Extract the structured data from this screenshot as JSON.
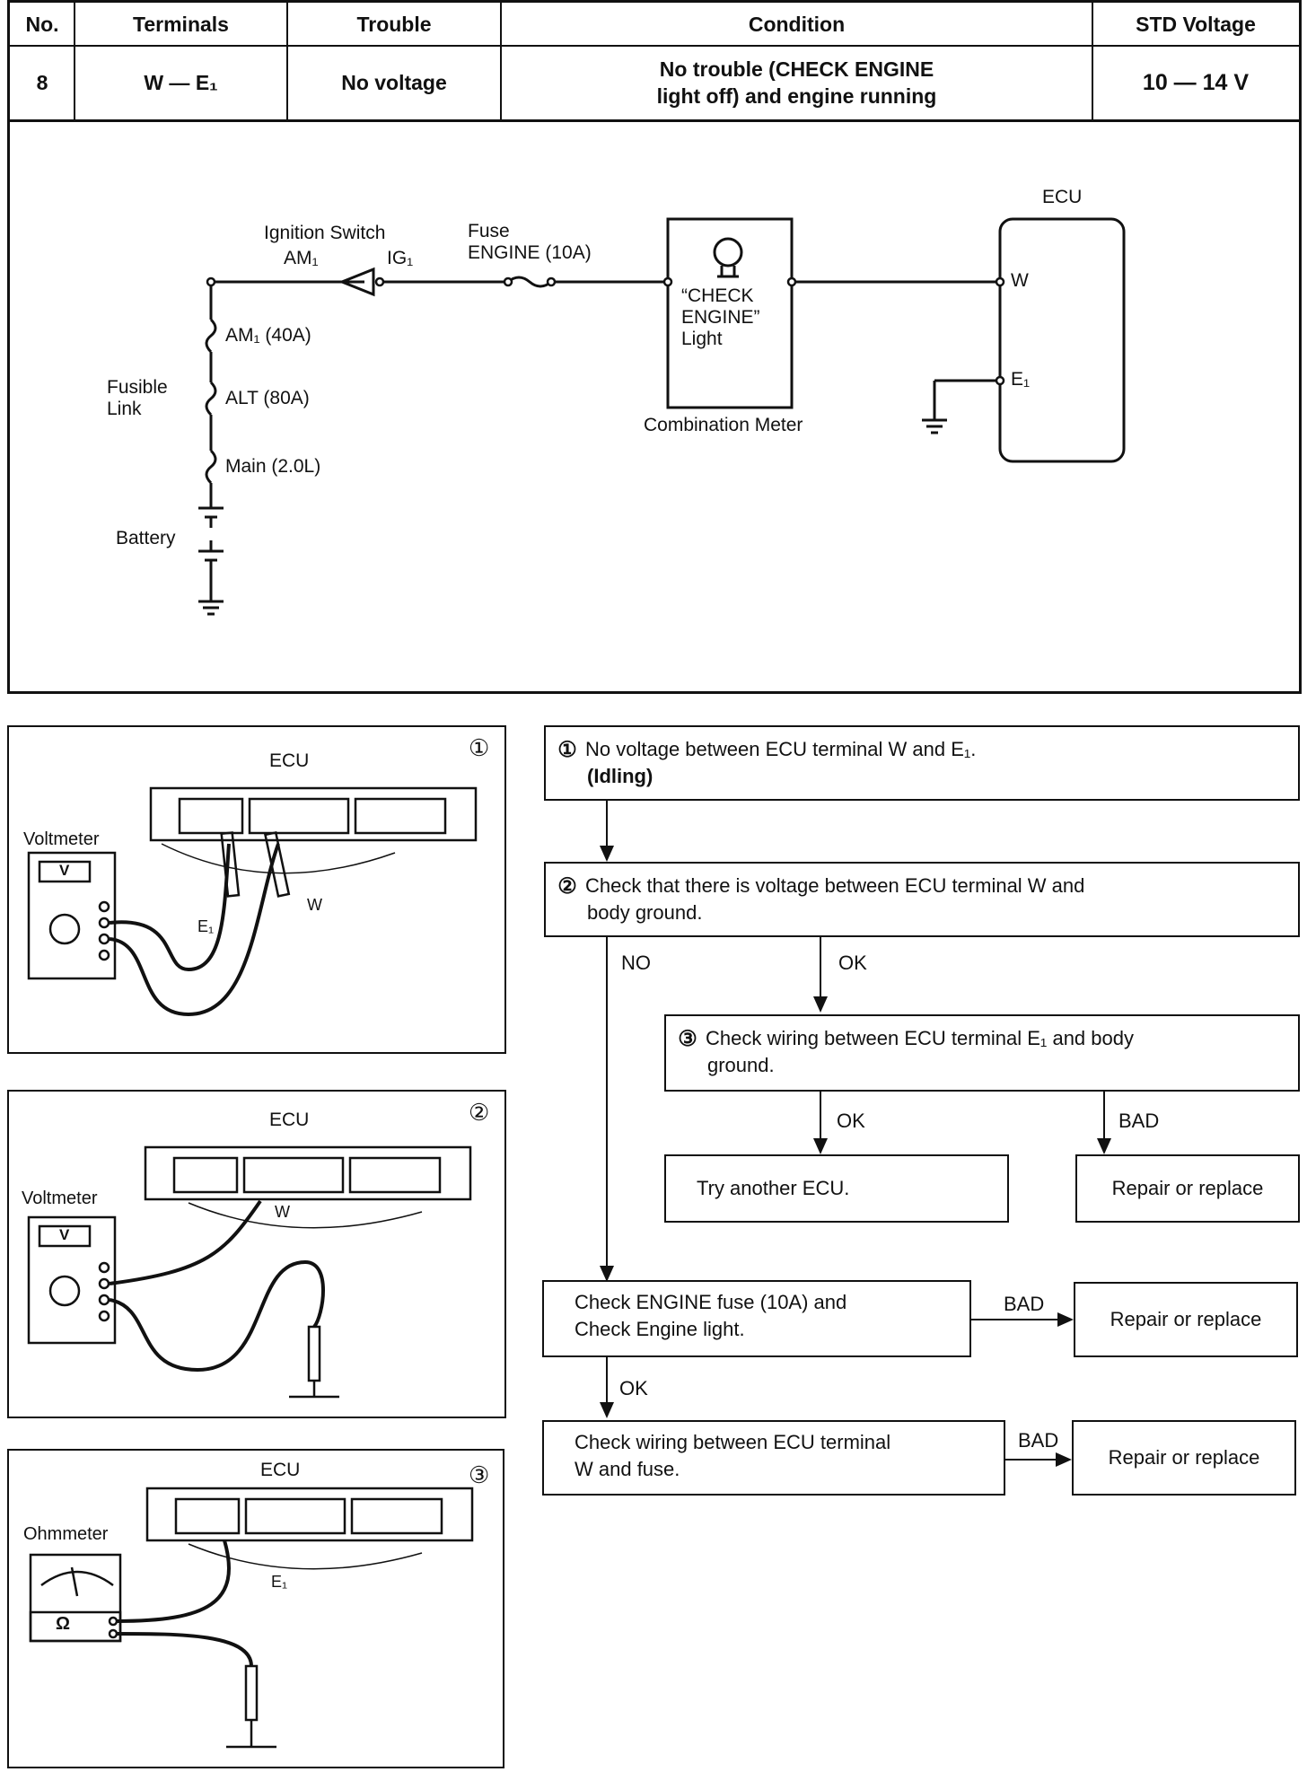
{
  "table": {
    "headers": [
      "No.",
      "Terminals",
      "Trouble",
      "Condition",
      "STD Voltage"
    ],
    "row": {
      "no": "8",
      "terminals": "W  —  E₁",
      "trouble": "No voltage",
      "condition_line1": "No trouble (CHECK ENGINE",
      "condition_line2": "light off) and engine running",
      "std_voltage": "10 — 14 V"
    }
  },
  "circuit": {
    "ignition_switch": "Ignition Switch",
    "am1": "AM₁",
    "ig1": "IG₁",
    "fuse": "Fuse",
    "fuse_engine": "ENGINE (10A)",
    "check_engine_line1": "“CHECK",
    "check_engine_line2": "ENGINE”",
    "check_engine_line3": "Light",
    "combination_meter": "Combination Meter",
    "ecu": "ECU",
    "terminal_w": "W",
    "terminal_e1": "E₁",
    "fusible_link_line1": "Fusible",
    "fusible_link_line2": "Link",
    "fl_am1": "AM₁ (40A)",
    "fl_alt": "ALT (80A)",
    "fl_main": "Main (2.0L)",
    "battery": "Battery"
  },
  "illustrations": [
    {
      "number": "①",
      "ecu": "ECU",
      "meter": "Voltmeter",
      "meter_face": "V",
      "lead1": "E₁",
      "lead2": "W"
    },
    {
      "number": "②",
      "ecu": "ECU",
      "meter": "Voltmeter",
      "meter_face": "V",
      "lead1": "W"
    },
    {
      "number": "③",
      "ecu": "ECU",
      "meter": "Ohmmeter",
      "meter_face": "Ω",
      "lead1": "E₁"
    }
  ],
  "flow": {
    "step1_num": "①",
    "step1_line1": "No voltage between ECU terminal W and E₁.",
    "step1_line2": "(Idling)",
    "step2_num": "②",
    "step2_line1": "Check that there is voltage between ECU terminal W and",
    "step2_line2": "body ground.",
    "no_label": "NO",
    "ok_label": "OK",
    "step3_num": "③",
    "step3_line1": "Check wiring between ECU terminal E₁ and body",
    "step3_line2": "ground.",
    "ok_label_2": "OK",
    "bad_label": "BAD",
    "try_another": "Try another ECU.",
    "repair_1": "Repair or replace",
    "fuse_check_line1": "Check ENGINE fuse (10A) and",
    "fuse_check_line2": "Check Engine light.",
    "bad_label_2": "BAD",
    "repair_2": "Repair or replace",
    "ok_label_3": "OK",
    "wiring_check_line1": "Check wiring between ECU terminal",
    "wiring_check_line2": "W and fuse.",
    "bad_label_3": "BAD",
    "repair_3": "Repair or replace"
  }
}
